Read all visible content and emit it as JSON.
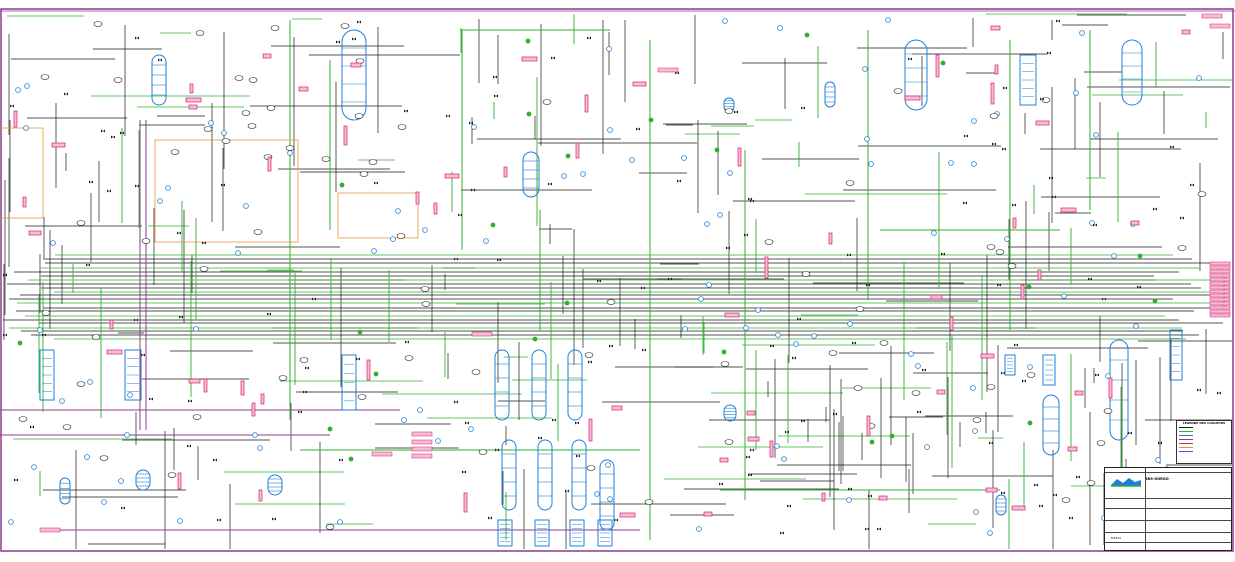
{
  "drawing": {
    "colors": {
      "process_line": "#1a1a1a",
      "utility_line": "#2fb12f",
      "equipment": "#1f7fd6",
      "instrument_tag": "#d4216e",
      "package_boundary": "#e8953a",
      "sheet_border": "#8a3d8f"
    }
  },
  "legend": {
    "title": "LEGENDE DES COULEURS",
    "entries": [
      {
        "label": "",
        "color": "#1a1a1a"
      },
      {
        "label": "",
        "color": "#2fb12f"
      },
      {
        "label": "",
        "color": "#1f7fd6"
      },
      {
        "label": "",
        "color": "#8a3d8f"
      },
      {
        "label": "",
        "color": "#d4216e"
      },
      {
        "label": "",
        "color": "#e8953a"
      },
      {
        "label": "",
        "color": "#7a3bd6"
      }
    ]
  },
  "title_block": {
    "company": "BRS-GORGO",
    "address": "",
    "drawing_no": "DX831"
  }
}
